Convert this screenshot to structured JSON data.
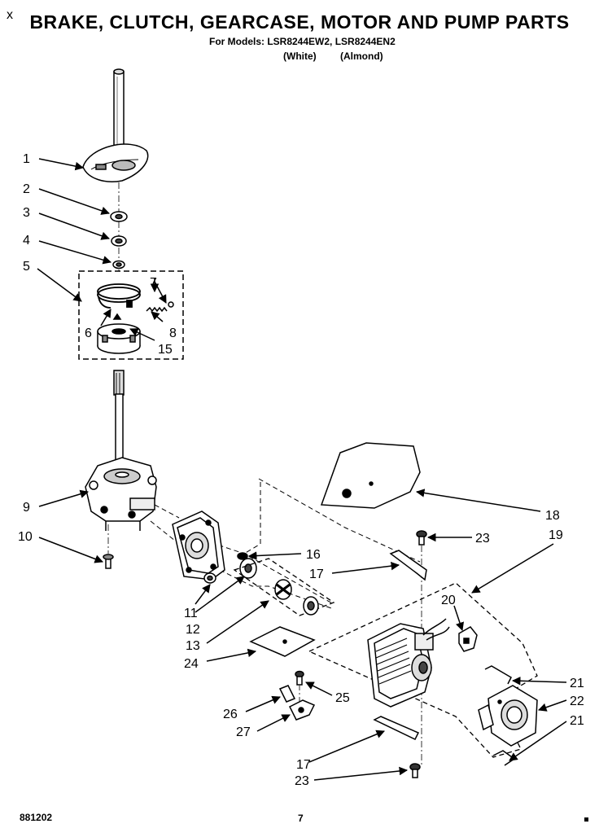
{
  "header": {
    "corner_mark": "x",
    "title": "BRAKE, CLUTCH, GEARCASE, MOTOR AND PUMP PARTS",
    "models_line": "For Models: LSR8244EW2, LSR8244EN2",
    "color_white": "(White)",
    "color_almond": "(Almond)"
  },
  "callouts": [
    {
      "id": "c1",
      "text": "1"
    },
    {
      "id": "c2",
      "text": "2"
    },
    {
      "id": "c3",
      "text": "3"
    },
    {
      "id": "c4",
      "text": "4"
    },
    {
      "id": "c5",
      "text": "5"
    },
    {
      "id": "c6",
      "text": "6"
    },
    {
      "id": "c7",
      "text": "7"
    },
    {
      "id": "c8",
      "text": "8"
    },
    {
      "id": "c15",
      "text": "15"
    },
    {
      "id": "c9",
      "text": "9"
    },
    {
      "id": "c10",
      "text": "10"
    },
    {
      "id": "c16",
      "text": "16"
    },
    {
      "id": "c17a",
      "text": "17"
    },
    {
      "id": "c11",
      "text": "11"
    },
    {
      "id": "c12",
      "text": "12"
    },
    {
      "id": "c13",
      "text": "13"
    },
    {
      "id": "c24",
      "text": "24"
    },
    {
      "id": "c18",
      "text": "18"
    },
    {
      "id": "c23a",
      "text": "23"
    },
    {
      "id": "c19",
      "text": "19"
    },
    {
      "id": "c20",
      "text": "20"
    },
    {
      "id": "c21a",
      "text": "21"
    },
    {
      "id": "c22",
      "text": "22"
    },
    {
      "id": "c21b",
      "text": "21"
    },
    {
      "id": "c25",
      "text": "25"
    },
    {
      "id": "c26",
      "text": "26"
    },
    {
      "id": "c27",
      "text": "27"
    },
    {
      "id": "c17b",
      "text": "17"
    },
    {
      "id": "c23b",
      "text": "23"
    }
  ],
  "footer": {
    "doc_number": "881202",
    "page_number": "7"
  }
}
